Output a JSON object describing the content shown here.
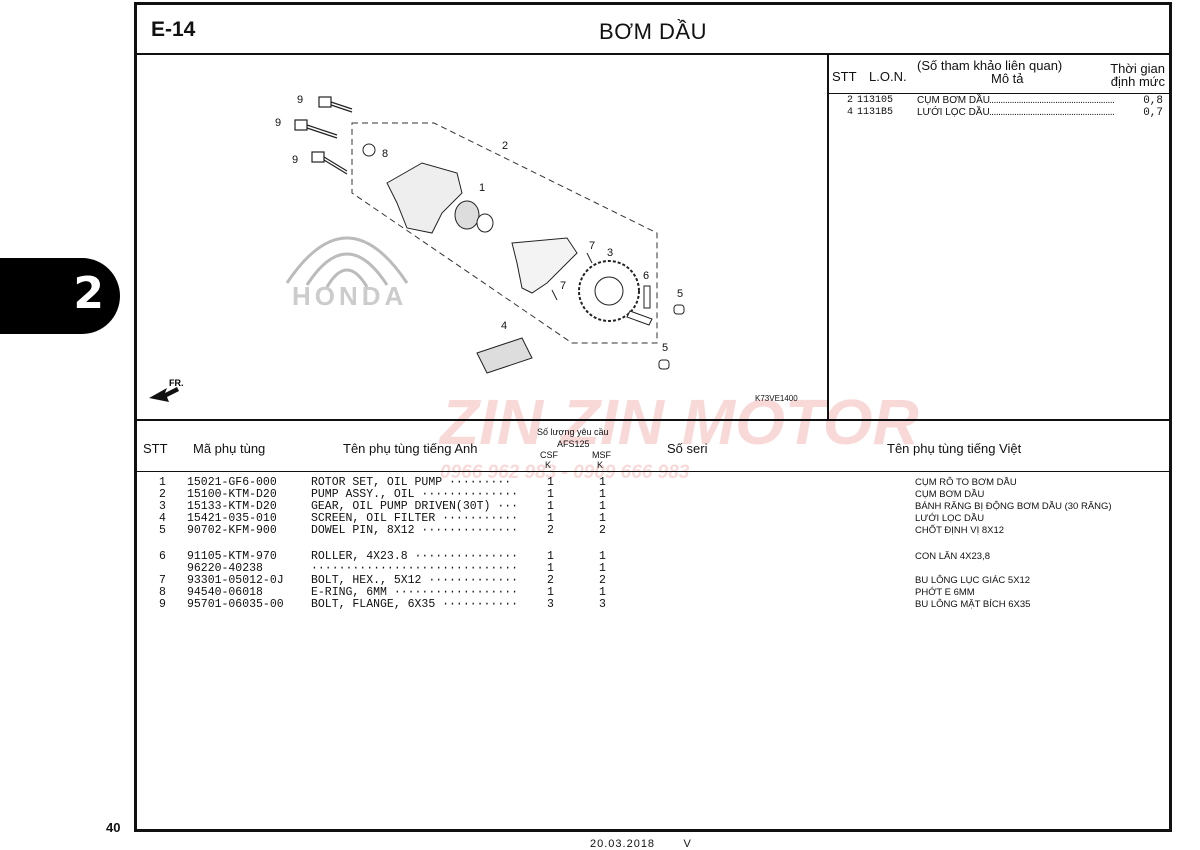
{
  "page": {
    "code": "E-14",
    "title": "BƠM DẦU",
    "page_number": "40",
    "date": "20.03.2018",
    "footer_mark": "V",
    "side_tab": "2"
  },
  "diagram": {
    "ref": "K73VE1400",
    "fr_label": "FR.",
    "callouts": [
      "1",
      "2",
      "3",
      "4",
      "5",
      "5",
      "6",
      "7",
      "7",
      "8",
      "9",
      "9",
      "9"
    ],
    "brand": "HONDA"
  },
  "lon_table": {
    "headers": {
      "stt": "STT",
      "lon": "L.O.N.",
      "ref": "(Số tham khảo liên quan)",
      "desc": "Mô tả",
      "time1": "Thời gian",
      "time2": "định mức"
    },
    "rows": [
      {
        "stt": "2",
        "lon": "113105",
        "desc": "CỤM BƠM DẦU",
        "time": "0,8"
      },
      {
        "stt": "4",
        "lon": "1131B5",
        "desc": "LƯỚI LỌC DẦU",
        "time": "0,7"
      }
    ]
  },
  "parts_table": {
    "headers": {
      "stt": "STT",
      "part_no": "Mã phụ tùng",
      "name_en": "Tên phụ tùng tiếng Anh",
      "qty": "Số lượng yêu cầu",
      "model": "AFS125",
      "csf1": "CSF",
      "csf2": "K",
      "msf1": "MSF",
      "msf2": "K",
      "serial": "Số seri",
      "name_vn": "Tên phụ tùng tiếng Việt"
    },
    "rows": [
      {
        "stt": "1",
        "part_no": "15021-GF6-000",
        "name_en": "ROTOR SET, OIL PUMP ·········",
        "csf": "1",
        "msf": "1",
        "name_vn": "CỤM RÔ TO BƠM DẦU"
      },
      {
        "stt": "2",
        "part_no": "15100-KTM-D20",
        "name_en": "PUMP ASSY., OIL ··············",
        "csf": "1",
        "msf": "1",
        "name_vn": "CỤM BƠM DẦU"
      },
      {
        "stt": "3",
        "part_no": "15133-KTM-D20",
        "name_en": "GEAR, OIL PUMP DRIVEN(30T) ···",
        "csf": "1",
        "msf": "1",
        "name_vn": "BÁNH RĂNG BỊ ĐỘNG BƠM DẦU (30 RĂNG)"
      },
      {
        "stt": "4",
        "part_no": "15421-035-010",
        "name_en": "SCREEN, OIL FILTER ···········",
        "csf": "1",
        "msf": "1",
        "name_vn": "LƯỚI LỌC DẦU"
      },
      {
        "stt": "5",
        "part_no": "90702-KFM-900",
        "name_en": "DOWEL PIN, 8X12 ··············",
        "csf": "2",
        "msf": "2",
        "name_vn": "CHỐT ĐỊNH VỊ 8X12"
      },
      {
        "stt": "6",
        "part_no": "91105-KTM-970",
        "name_en": "ROLLER, 4X23.8 ···············",
        "csf": "1",
        "msf": "1",
        "name_vn": "CON LĂN 4X23,8"
      },
      {
        "stt": "",
        "part_no": "96220-40238",
        "name_en": "······························",
        "csf": "1",
        "msf": "1",
        "name_vn": ""
      },
      {
        "stt": "7",
        "part_no": "93301-05012-0J",
        "name_en": "BOLT, HEX., 5X12 ·············",
        "csf": "2",
        "msf": "2",
        "name_vn": "BU LÔNG LỤC GIÁC 5X12"
      },
      {
        "stt": "8",
        "part_no": "94540-06018",
        "name_en": "E-RING, 6MM ··················",
        "csf": "1",
        "msf": "1",
        "name_vn": "PHỚT E 6MM"
      },
      {
        "stt": "9",
        "part_no": "95701-06035-00",
        "name_en": "BOLT, FLANGE, 6X35 ···········",
        "csf": "3",
        "msf": "3",
        "name_vn": "BU LÔNG MẶT BÍCH 6X35"
      }
    ]
  },
  "watermark": {
    "brand": "ZIN ZIN MOTOR",
    "phone": "0966 962 983 - 0909 666 983",
    "color": "#dc2828"
  }
}
